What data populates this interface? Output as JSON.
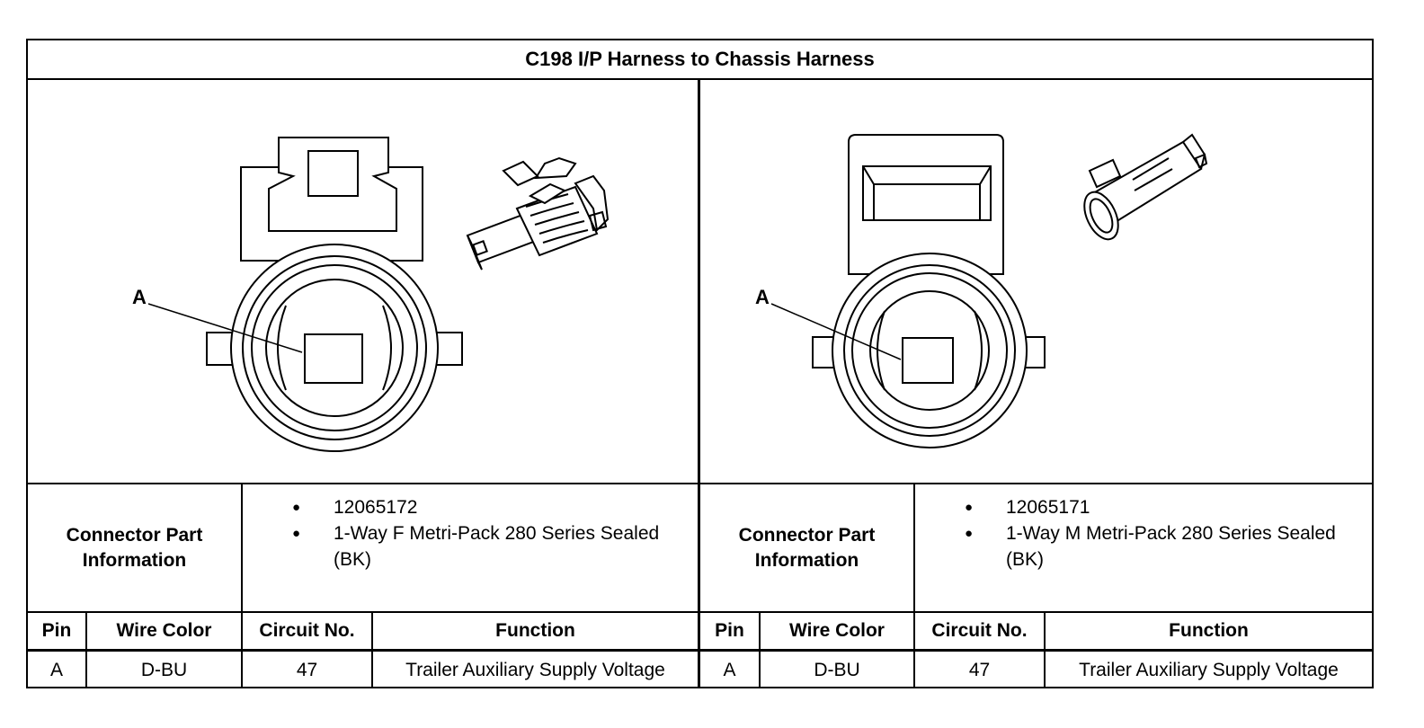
{
  "title": "C198 I/P Harness to Chassis Harness",
  "left": {
    "callout": "A",
    "cpi_label_line1": "Connector Part",
    "cpi_label_line2": "Information",
    "part_number": "12065172",
    "description": "1-Way F Metri-Pack 280 Series Sealed (BK)",
    "headers": {
      "pin": "Pin",
      "wire_color": "Wire Color",
      "circuit": "Circuit No.",
      "function": "Function"
    },
    "rows": [
      {
        "pin": "A",
        "wire_color": "D-BU",
        "circuit": "47",
        "function": "Trailer Auxiliary Supply Voltage"
      }
    ]
  },
  "right": {
    "callout": "A",
    "cpi_label_line1": "Connector Part",
    "cpi_label_line2": "Information",
    "part_number": "12065171",
    "description": "1-Way M Metri-Pack 280 Series Sealed (BK)",
    "headers": {
      "pin": "Pin",
      "wire_color": "Wire Color",
      "circuit": "Circuit No.",
      "function": "Function"
    },
    "rows": [
      {
        "pin": "A",
        "wire_color": "D-BU",
        "circuit": "47",
        "function": "Trailer Auxiliary Supply Voltage"
      }
    ]
  }
}
